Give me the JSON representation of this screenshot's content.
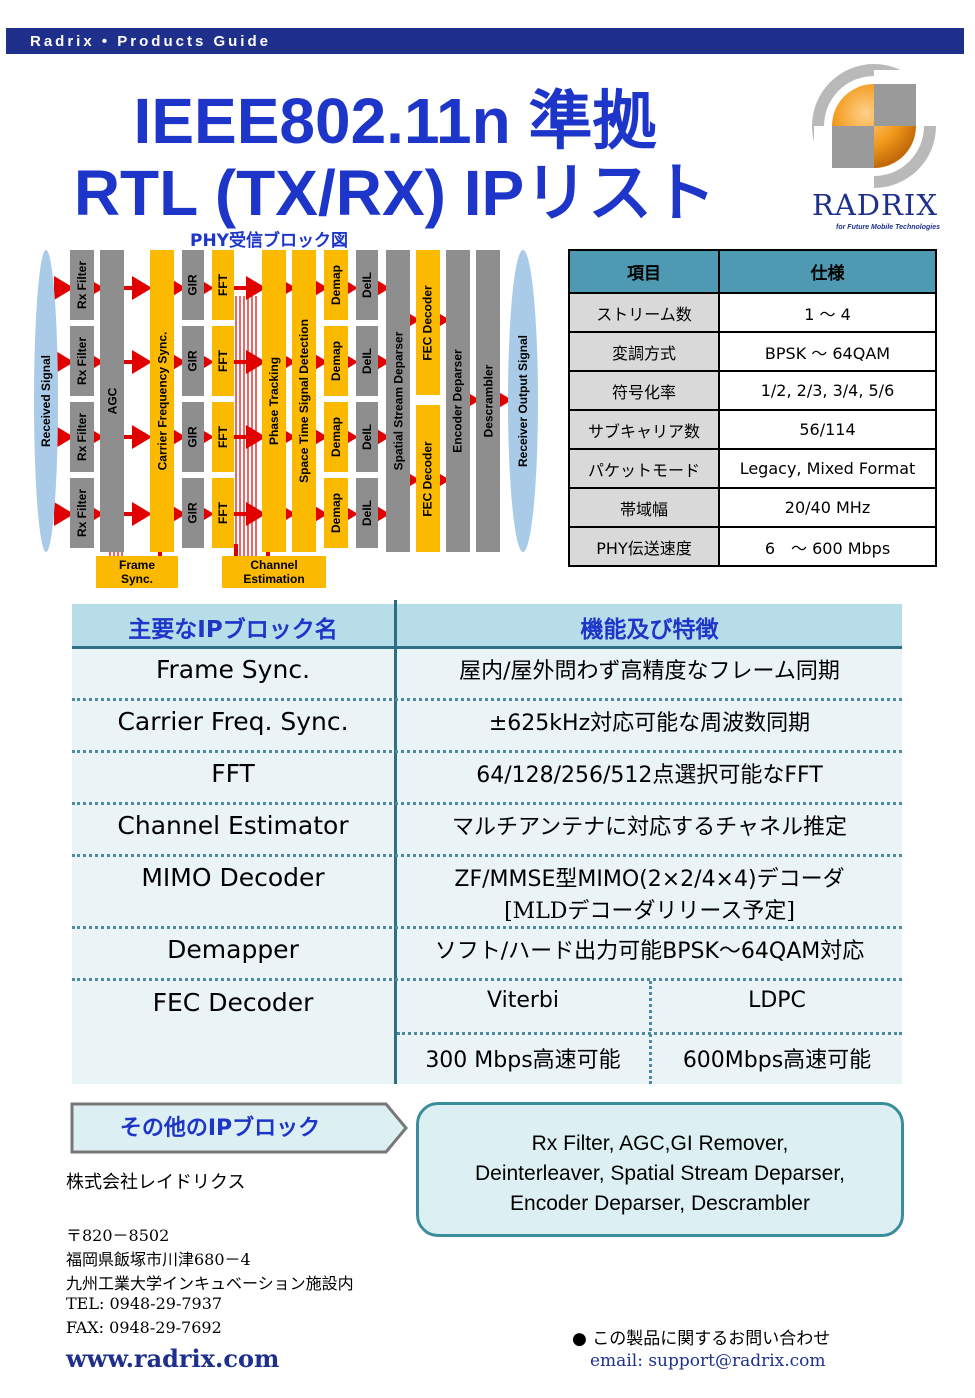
{
  "header": {
    "brand_line": "Radrix • Products Guide",
    "title_line1": "IEEE802.11n 準拠",
    "title_line2": "RTL (TX/RX) IPリスト"
  },
  "logo": {
    "name": "RADRIX",
    "tagline": "for Future Mobile Technologies",
    "colors": {
      "orange": "#f29a1c",
      "gray": "#9a9a9a",
      "navy": "#1e2f8c"
    }
  },
  "diagram": {
    "title": "PHY受信ブロック図",
    "received_signal": "Received Signal",
    "rx_filter": "Rx Filter",
    "agc": "AGC",
    "carrier_freq_sync": "Carrier Frequency Sync.",
    "gir": "GIR",
    "fft": "FFT",
    "phase_tracking": "Phase Tracking",
    "stsd": "Space Time Signal Detection",
    "demap": "Demap",
    "deil": "DeIL",
    "spatial_stream_deparser": "Spatial Stream Deparser",
    "fec_decoder": "FEC Decoder",
    "encoder_deparser": "Encoder Deparser",
    "descrambler": "Descrambler",
    "receiver_output": "Receiver Output Signal",
    "frame_sync": "Frame Sync.",
    "channel_estimation": "Channel Estimation"
  },
  "spec_table": {
    "headers": [
      "項目",
      "仕様"
    ],
    "rows": [
      [
        "ストリーム数",
        "1 ～ 4"
      ],
      [
        "変調方式",
        "BPSK ～ 64QAM"
      ],
      [
        "符号化率",
        "1/2, 2/3, 3/4, 5/6"
      ],
      [
        "サブキャリア数",
        "56/114"
      ],
      [
        "パケットモード",
        "Legacy, Mixed Format"
      ],
      [
        "帯域幅",
        "20/40 MHz"
      ],
      [
        "PHY伝送速度",
        "6　～ 600 Mbps"
      ]
    ]
  },
  "features": {
    "headers": [
      "主要なIPブロック名",
      "機能及び特徴"
    ],
    "rows": [
      {
        "name": "Frame Sync.",
        "desc": "屋内/屋外問わず高精度なフレーム同期"
      },
      {
        "name": "Carrier Freq. Sync.",
        "desc": "±625kHz対応可能な周波数同期"
      },
      {
        "name": "FFT",
        "desc": "64/128/256/512点選択可能なFFT"
      },
      {
        "name": "Channel Estimator",
        "desc": "マルチアンテナに対応するチャネル推定"
      },
      {
        "name": "MIMO Decoder",
        "desc": "ZF/MMSE型MIMO(2×2/4×4)デコーダ",
        "desc2": "[MLDデコーダリリース予定]"
      },
      {
        "name": "Demapper",
        "desc": "ソフト/ハード出力可能BPSK～64QAM対応"
      }
    ],
    "fec": {
      "name": "FEC Decoder",
      "viterbi": "Viterbi",
      "ldpc": "LDPC",
      "viterbi_speed": "300 Mbps高速可能",
      "ldpc_speed": "600Mbps高速可能"
    }
  },
  "other": {
    "label": "その他のIPブロック",
    "line1": "Rx Filter, AGC,GI Remover,",
    "line2": "Deinterleaver, Spatial Stream Deparser,",
    "line3": "Encoder Deparser, Descrambler"
  },
  "company": {
    "name": "株式会社レイドリクス",
    "postal": "〒820－8502",
    "address1": "福岡県飯塚市川津680－4",
    "address2": "九州工業大学インキュベーション施設内",
    "tel": "TEL: 0948-29-7937",
    "fax": "FAX: 0948-29-7692",
    "web": "www.radrix.com"
  },
  "contact": {
    "label": "● この製品に関するお問い合わせ",
    "email": "email: support@radrix.com"
  }
}
